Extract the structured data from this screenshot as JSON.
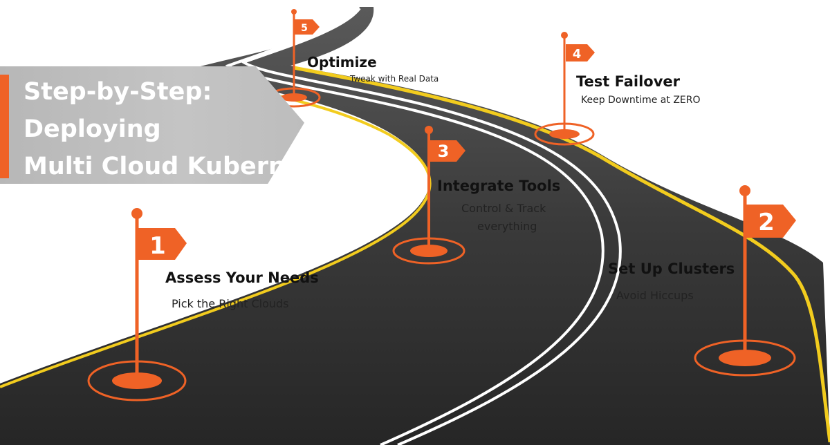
{
  "banner": {
    "line1": "Step-by-Step:",
    "line2": "Deploying",
    "line3": "Multi Cloud Kubernetes"
  },
  "steps": [
    {
      "number": "1",
      "title": "Assess Your Needs",
      "subtitle": "Pick the Right Clouds"
    },
    {
      "number": "2",
      "title": "Set Up Clusters",
      "subtitle": "Avoid Hiccups"
    },
    {
      "number": "3",
      "title": "Integrate Tools",
      "subtitle_line1": "Control & Track",
      "subtitle_line2": "everything"
    },
    {
      "number": "4",
      "title": "Test Failover",
      "subtitle": "Keep Downtime at ZERO"
    },
    {
      "number": "5",
      "title": "Optimize",
      "subtitle": "Tweak with Real Data"
    }
  ],
  "colors": {
    "accent": "#ef6226",
    "road": "#2e2e2e",
    "road_edge": "#f2cc1e",
    "lane": "#ffffff",
    "banner": "#bdbdbd"
  }
}
